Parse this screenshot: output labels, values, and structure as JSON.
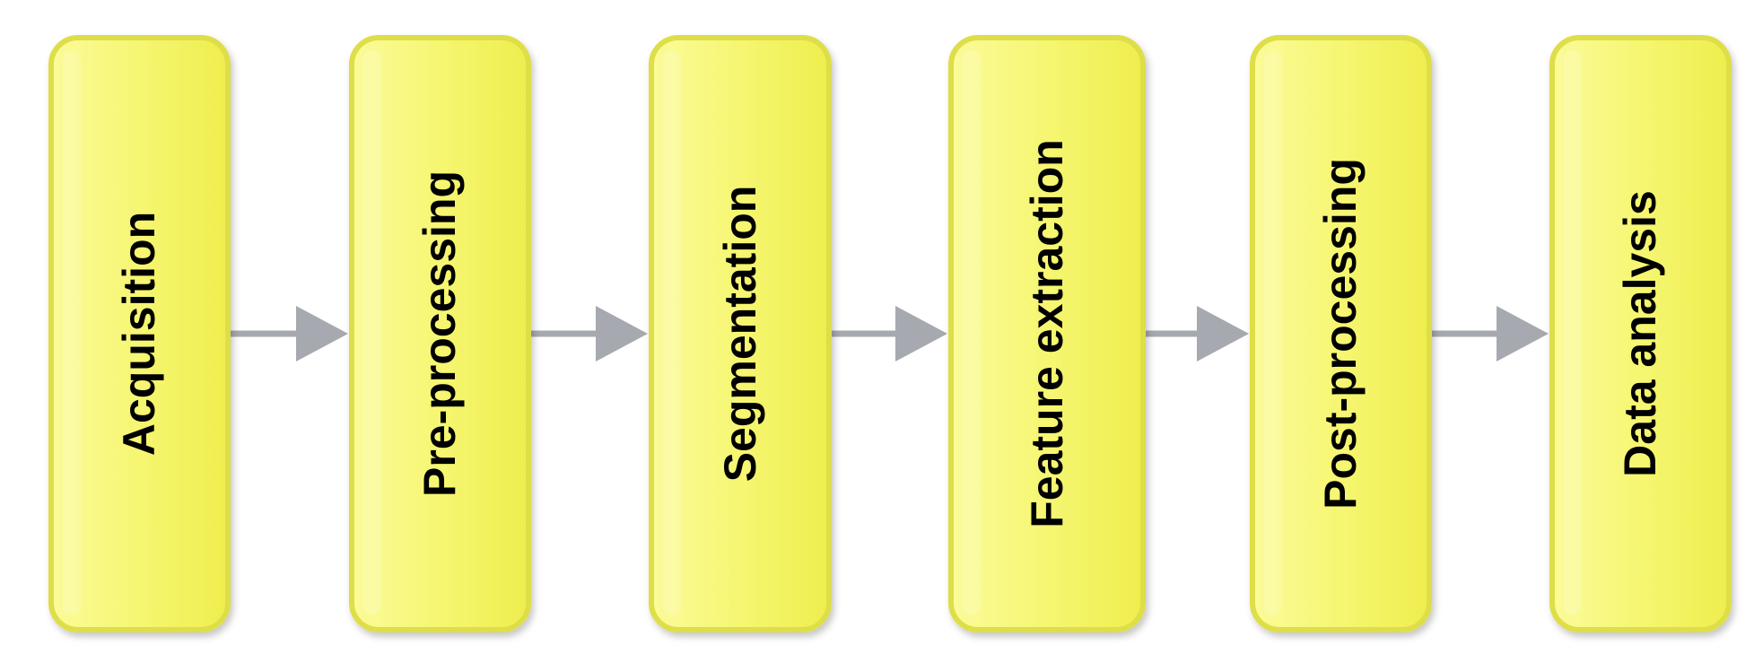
{
  "diagram": {
    "stages": [
      {
        "label": "Acquisition"
      },
      {
        "label": "Pre-processing"
      },
      {
        "label": "Segmentation"
      },
      {
        "label": "Feature extraction"
      },
      {
        "label": "Post-processing"
      },
      {
        "label": "Data analysis"
      }
    ],
    "connectors": 5,
    "colors": {
      "box_fill_light": "#fbfb9a",
      "box_fill": "#f2f25a",
      "box_border": "#dede48",
      "arrow": "#a7a9b0",
      "text": "#000000"
    }
  }
}
